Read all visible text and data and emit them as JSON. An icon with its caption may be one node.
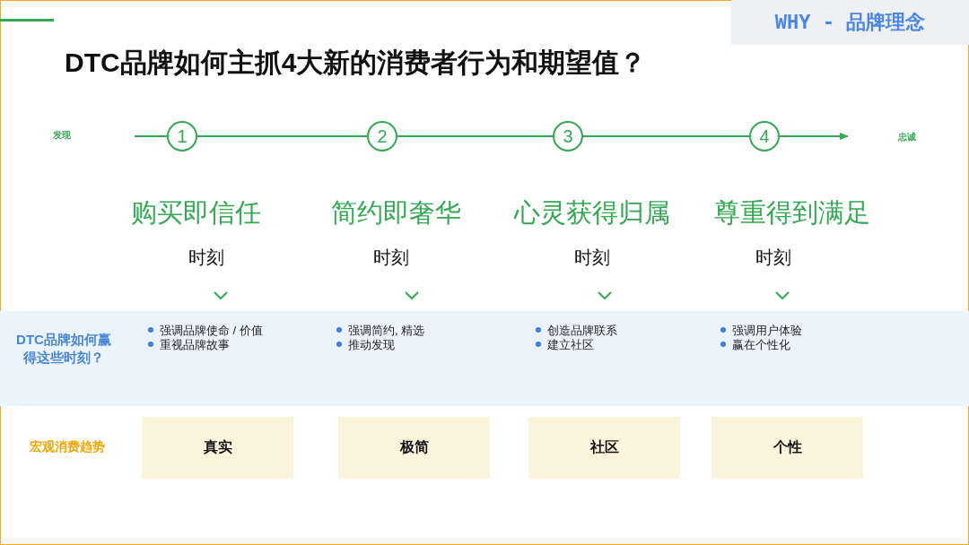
{
  "diagram": {
    "title": "DTC品牌如何主抓4大新的消费者行为和期望值？",
    "nodes": [
      {
        "text": [
          "WHY - 品牌理念"
        ]
      },
      {
        "text": [
          "1"
        ]
      },
      {
        "text": [
          "2"
        ]
      },
      {
        "text": [
          "3"
        ]
      },
      {
        "text": [
          "4"
        ]
      },
      {
        "text": [
          "DTC品牌如何赢得这些时刻？"
        ]
      },
      {
        "text": [
          "真实"
        ]
      },
      {
        "text": [
          "极简"
        ]
      },
      {
        "text": [
          "社区"
        ]
      },
      {
        "text": [
          "个性"
        ]
      }
    ],
    "edges": [
      {
        "from": null,
        "to": 1,
        "arrow": "none"
      },
      {
        "from": 1,
        "to": 2,
        "arrow": "none"
      },
      {
        "from": 2,
        "to": 3,
        "arrow": "none"
      },
      {
        "from": 3,
        "to": 4,
        "arrow": "none"
      },
      {
        "from": 4,
        "to": null,
        "arrow": "to"
      }
    ],
    "labels": [
      "发现",
      "忠诚",
      "购买即信任",
      "简约即奢华",
      "心灵获得归属",
      "尊重得到满足",
      "时刻",
      "时刻",
      "时刻",
      "时刻",
      "强调品牌使命 / 价值",
      "强调简约, 精选",
      "创造品牌联系",
      "强调用户体验",
      "重视品牌故事",
      "推动发现",
      "建立社区",
      "赢在个性化",
      "宏观消费趋势"
    ]
  }
}
